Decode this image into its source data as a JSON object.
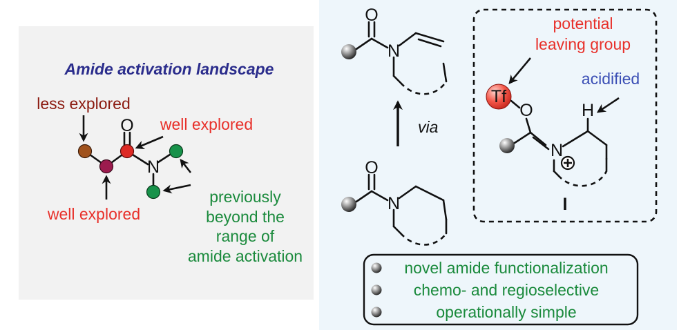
{
  "left_panel": {
    "title": "Amide activation landscape",
    "labels": {
      "less_explored": "less explored",
      "well_explored_carbonyl": "well explored",
      "well_explored_alpha": "well explored",
      "previously_line1": "previously",
      "previously_line2": "beyond the",
      "previously_line3": "range of",
      "previously_line4": "amide activation"
    },
    "atoms": {
      "oxygen": "O",
      "nitrogen": "N"
    }
  },
  "right_panel": {
    "via": "via",
    "atoms": {
      "oxygen": "O",
      "nitrogen": "N"
    },
    "intermediate": {
      "leaving_group_line1": "potential",
      "leaving_group_line2": "leaving group",
      "tf": "Tf",
      "oxygen": "O",
      "nitrogen": "N",
      "hydrogen": "H",
      "acidified": "acidified",
      "label": "I"
    },
    "features": [
      "novel amide functionalization",
      "chemo- and regioselective",
      "operationally simple"
    ]
  },
  "colors": {
    "title_blue": "#2b2d8c",
    "brown": "#8b1a10",
    "red": "#e8302a",
    "green": "#1a8a3c",
    "blue_text": "#3b4fb5",
    "node_brown": "#a0521d",
    "node_maroon": "#9c1b4e",
    "node_red": "#dd2a25",
    "node_green": "#17924a",
    "left_bg": "#f2f2f2",
    "right_bg": "#eef6fb"
  }
}
